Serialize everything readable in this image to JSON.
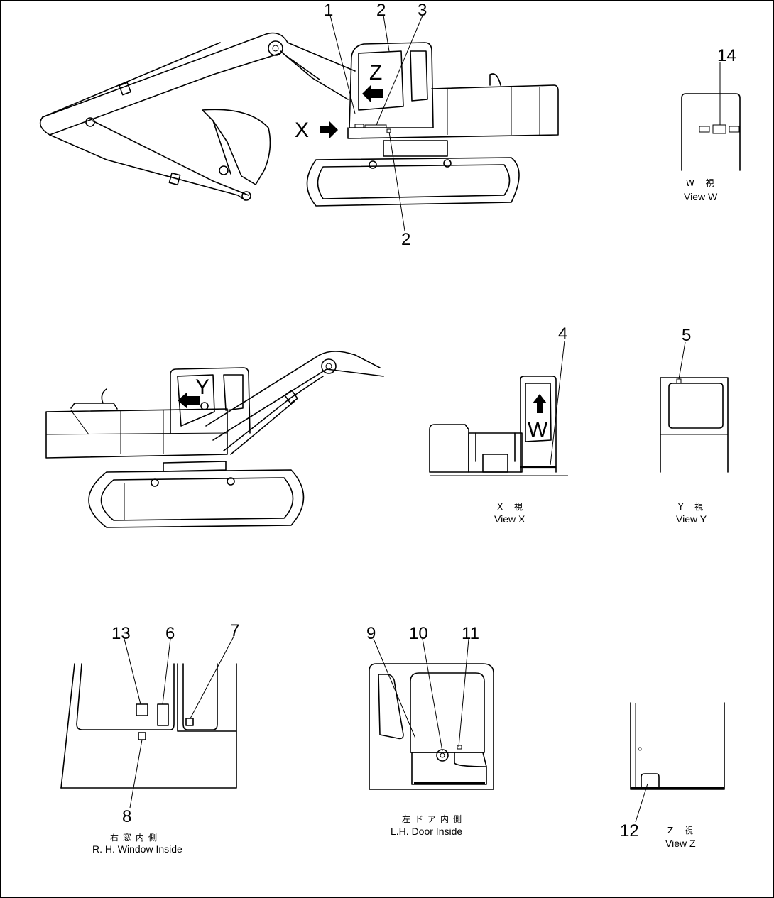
{
  "callouts": {
    "c1": "1",
    "c2": "2",
    "c3": "3",
    "c2b": "2",
    "c4": "4",
    "c5": "5",
    "c6": "6",
    "c7": "7",
    "c8": "8",
    "c9": "9",
    "c10": "10",
    "c11": "11",
    "c12": "12",
    "c13": "13",
    "c14": "14"
  },
  "view_markers": {
    "x": "X",
    "y": "Y",
    "z": "Z",
    "w": "W"
  },
  "captions": {
    "view_w_jp": "W 視",
    "view_w_en": "View W",
    "view_x_jp": "X 視",
    "view_x_en": "View X",
    "view_y_jp": "Y 視",
    "view_y_en": "View Y",
    "view_z_jp": "Z 視",
    "view_z_en": "View Z",
    "rh_window_jp": "右窓内側",
    "rh_window_en": "R. H. Window Inside",
    "lh_door_jp": "左ドア内側",
    "lh_door_en": "L.H. Door Inside"
  },
  "icons": {
    "arrow": "solid-arrow-icon"
  }
}
